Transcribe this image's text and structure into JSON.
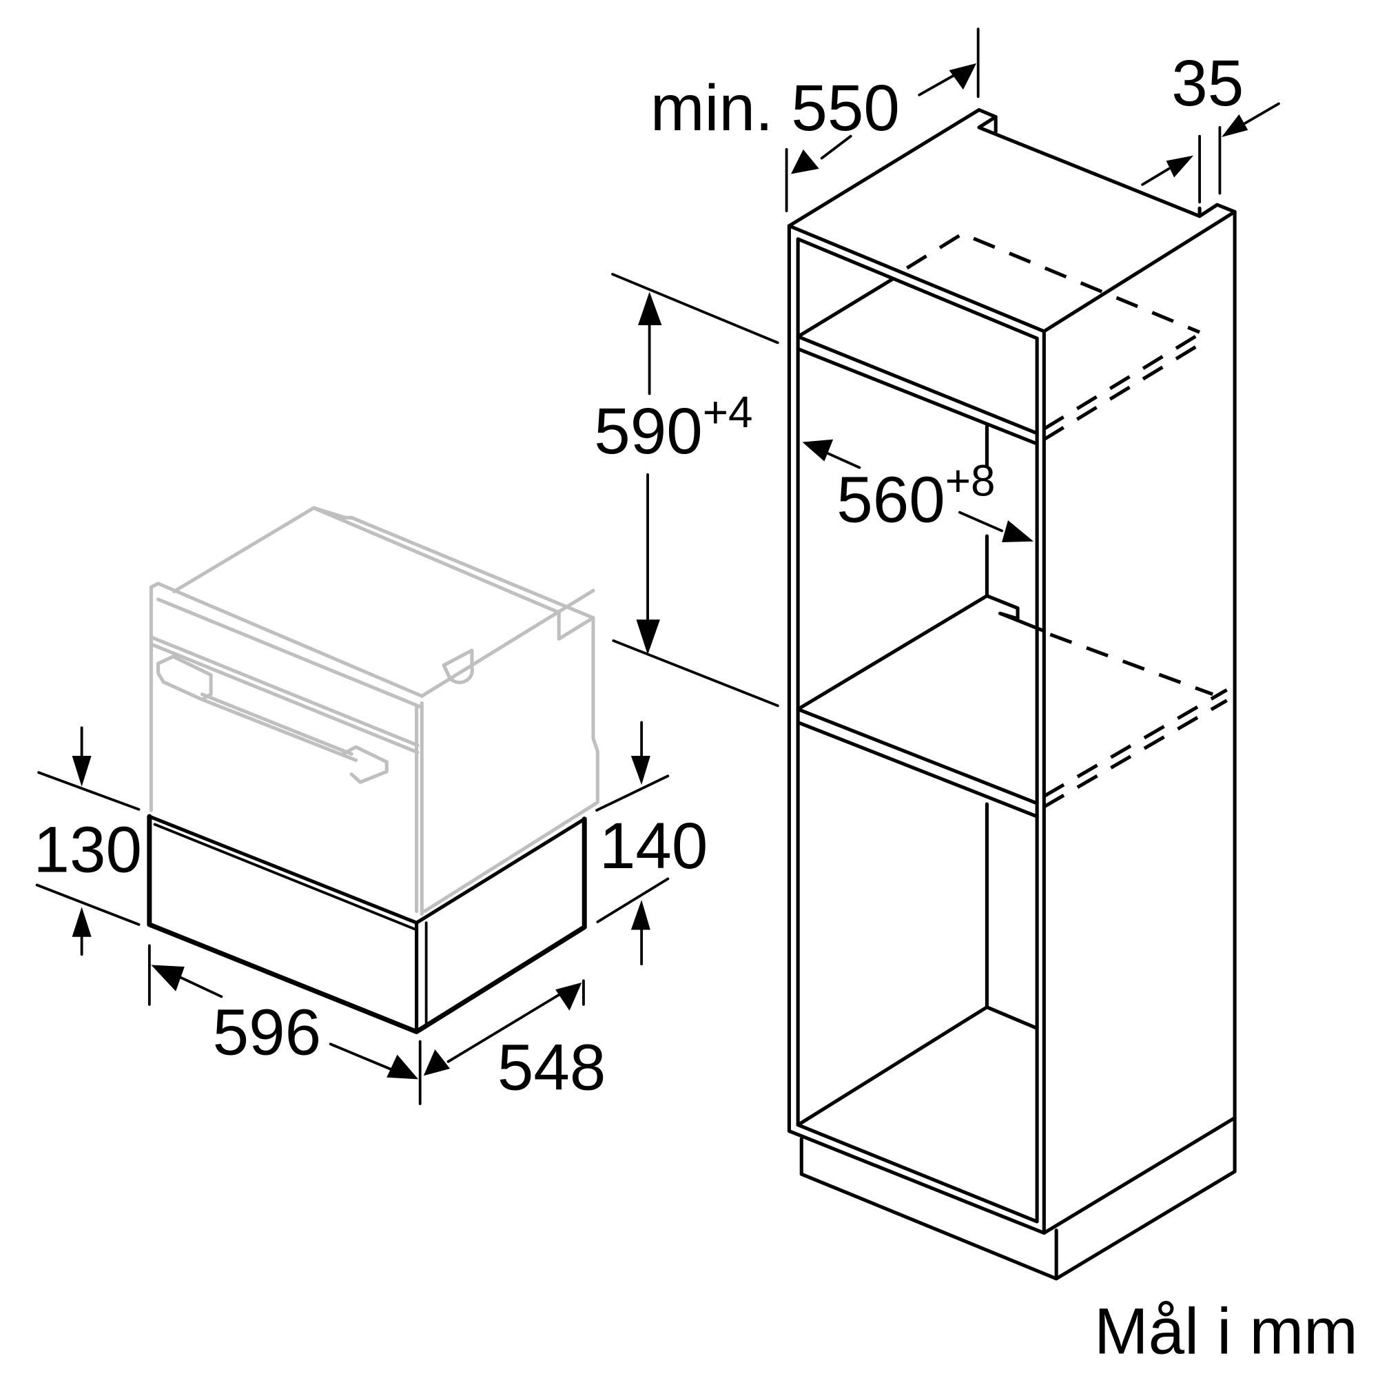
{
  "diagram": {
    "type": "installation-dimension-drawing",
    "units_note": "Mål i mm",
    "colors": {
      "line": "#000000",
      "appliance_ghost": "#bfbfbf",
      "background": "#ffffff"
    },
    "cabinet": {
      "min_depth": {
        "prefix": "min.",
        "value": "550"
      },
      "top_back_gap": {
        "value": "35"
      },
      "niche_height": {
        "value": "590",
        "tolerance": "+4"
      },
      "niche_width": {
        "value": "560",
        "tolerance": "+8"
      }
    },
    "drawer": {
      "front_height_left": {
        "value": "130"
      },
      "body_height_right": {
        "value": "140"
      },
      "width": {
        "value": "596"
      },
      "depth": {
        "value": "548"
      }
    }
  }
}
